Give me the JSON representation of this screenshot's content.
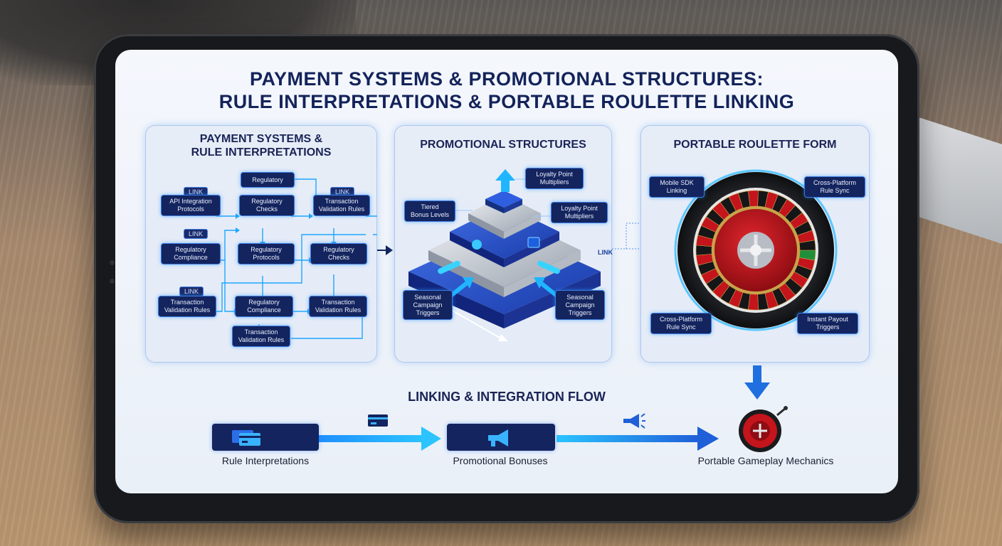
{
  "title_line1": "PAYMENT SYSTEMS & PROMOTIONAL STRUCTURES:",
  "title_line2": "RULE INTERPRETATIONS & PORTABLE ROULETTE LINKING",
  "payment_panel": {
    "title_line1": "PAYMENT SYSTEMS &",
    "title_line2": "RULE INTERPRETATIONS",
    "link_tag": "LINK",
    "nodes": {
      "regulatory_top": "Regulatory",
      "api_l1": "API Integration",
      "api_l2": "Protocols",
      "checks_a_l1": "Regulatory",
      "checks_a_l2": "Checks",
      "tvr_a_l1": "Transaction",
      "tvr_a_l2": "Validation Rules",
      "compliance_a_l1": "Regulatory",
      "compliance_a_l2": "Compliance",
      "protocols_l1": "Regulatory",
      "protocols_l2": "Protocols",
      "checks_b_l1": "Regulatory",
      "checks_b_l2": "Checks",
      "tvr_b_l1": "Transaction",
      "tvr_b_l2": "Validation Rules",
      "compliance_b_l1": "Regulatory",
      "compliance_b_l2": "Compliance",
      "tvr_c_l1": "Transaction",
      "tvr_c_l2": "Validation Rules",
      "tvr_d_l1": "Transaction",
      "tvr_d_l2": "Validation Rules"
    }
  },
  "promo_panel": {
    "title": "PROMOTIONAL STRUCTURES",
    "loyalty_mult_l1": "Loyalty Point",
    "loyalty_mult_l2": "Multipliers",
    "tiered_l1": "Tiered",
    "tiered_l2": "Bonus Levels",
    "loyalty_right_l1": "Loyalty Point",
    "loyalty_right_l2": "Multipliers",
    "seasonal_left_l1": "Seasonal",
    "seasonal_left_l2": "Campaign",
    "seasonal_left_l3": "Triggers",
    "seasonal_right_l1": "Seasonal",
    "seasonal_right_l2": "Campaign",
    "seasonal_right_l3": "Triggers"
  },
  "link_label": "LINK",
  "roulette_panel": {
    "title": "PORTABLE ROULETTE FORM",
    "sdk_l1": "Mobile SDK",
    "sdk_l2": "Linking",
    "sync_top_l1": "Cross-Platform",
    "sync_top_l2": "Rule Sync",
    "sync_bottom_l1": "Cross-Platform",
    "sync_bottom_l2": "Rule Sync",
    "payout_l1": "Instant Payout",
    "payout_l2": "Triggers"
  },
  "flow": {
    "title": "LINKING & INTEGRATION FLOW",
    "step1": "Rule Interpretations",
    "step2": "Promotional Bonuses",
    "step3": "Portable Gameplay Mechanics"
  },
  "colors": {
    "navy": "#14245e",
    "title": "#13235a",
    "accent_cyan": "#1fb6ff",
    "accent_blue": "#1f6fe0",
    "roulette_red": "#c4141c"
  },
  "icons": [
    "credit-card-icon",
    "megaphone-icon",
    "roulette-wheel-icon",
    "arrow-icon"
  ]
}
